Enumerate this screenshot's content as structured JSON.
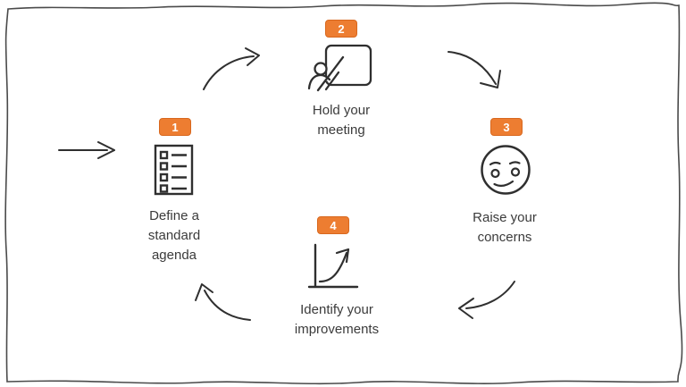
{
  "diagram": {
    "background_color": "#ffffff",
    "border_color": "#4a4a4a",
    "accent_color": "#ED7D31",
    "badge_border_color": "#d8681e",
    "badge_text_color": "#ffffff",
    "label_color": "#3b3b3b",
    "icon_stroke_color": "#2f2f2f",
    "steps": [
      {
        "number": "1",
        "label": "Define a standard agenda",
        "icon": "checklist"
      },
      {
        "number": "2",
        "label": "Hold your meeting",
        "icon": "presentation-board"
      },
      {
        "number": "3",
        "label": "Raise your concerns",
        "icon": "concerned-face"
      },
      {
        "number": "4",
        "label": "Identify your improvements",
        "icon": "growth-chart"
      }
    ],
    "arrows": [
      {
        "name": "entry-arrow",
        "from": "outside",
        "to": "step-1",
        "direction": "right"
      },
      {
        "name": "arrow-step1-to-step2",
        "from": "step-1",
        "to": "step-2",
        "direction": "up-right"
      },
      {
        "name": "arrow-step2-to-step3",
        "from": "step-2",
        "to": "step-3",
        "direction": "down-right"
      },
      {
        "name": "arrow-step3-to-step4",
        "from": "step-3",
        "to": "step-4",
        "direction": "down-left"
      },
      {
        "name": "arrow-step4-to-step1",
        "from": "step-4",
        "to": "step-1",
        "direction": "up-left"
      }
    ]
  }
}
